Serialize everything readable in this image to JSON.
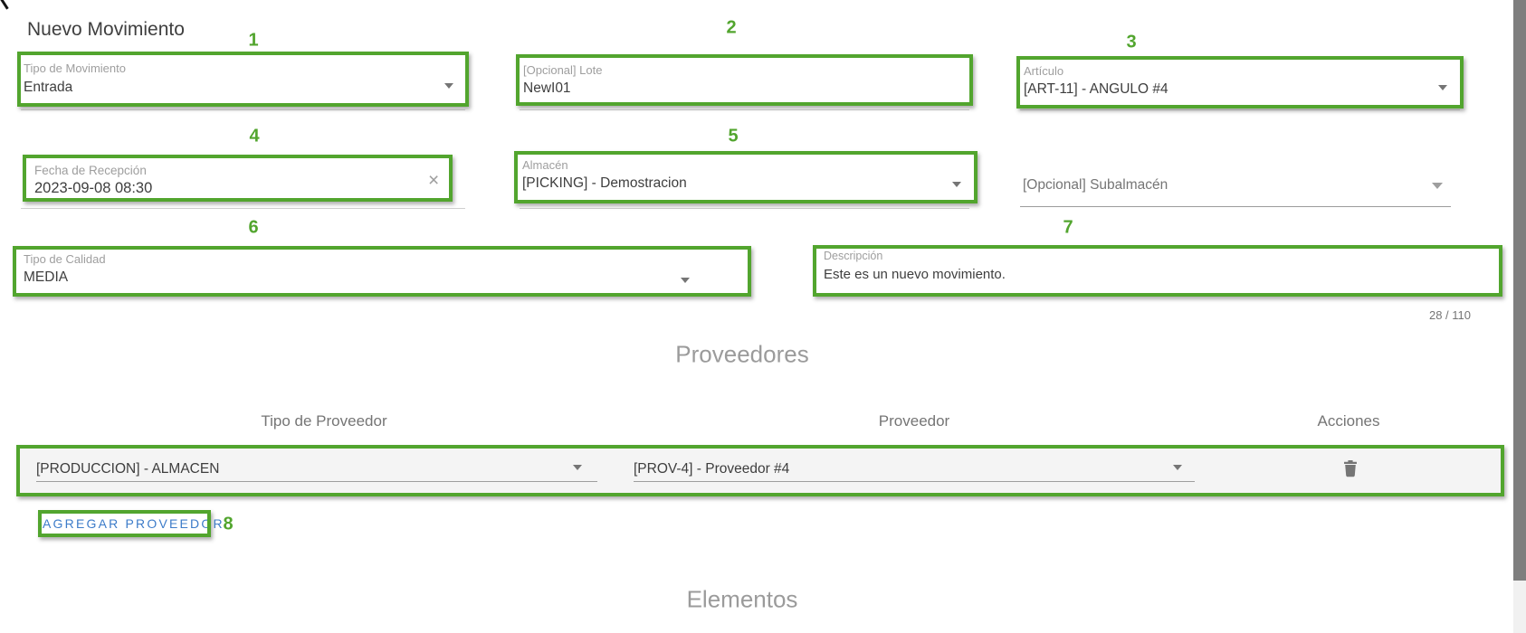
{
  "title": "Nuevo Movimiento",
  "colors": {
    "annotation_green": "#52a52e",
    "link_blue": "#3d7cc9",
    "label_gray": "#9e9e9e",
    "value_dark": "#3e3e3e",
    "heading_gray": "#9b9b9b",
    "table_header_gray": "#757575",
    "row_background": "#f4f4f4",
    "scrollbar_thumb": "#7e7e7e"
  },
  "icons": {
    "clear": "clear-x",
    "dropdown_arrow": "triangle-down",
    "trash": "trash-can"
  },
  "fields": {
    "tipo_movimiento": {
      "annotation": "1",
      "label": "Tipo de Movimiento",
      "value": "Entrada"
    },
    "lote": {
      "annotation": "2",
      "label": "[Opcional] Lote",
      "value": "NewI01"
    },
    "articulo": {
      "annotation": "3",
      "label": "Artículo",
      "value": "[ART-11] - ANGULO #4"
    },
    "fecha_recepcion": {
      "annotation": "4",
      "label": "Fecha de Recepción",
      "value": "2023-09-08 08:30",
      "clear_icon": "×"
    },
    "almacen": {
      "annotation": "5",
      "label": "Almacén",
      "value": "[PICKING] - Demostracion"
    },
    "subalmacen": {
      "placeholder": "[Opcional] Subalmacén"
    },
    "tipo_calidad": {
      "annotation": "6",
      "label": "Tipo de Calidad",
      "value": "MEDIA"
    },
    "descripcion": {
      "annotation": "7",
      "label": "Descripción",
      "value": "Este es un nuevo movimiento.",
      "char_counter": "28 / 110"
    }
  },
  "proveedores": {
    "heading": "Proveedores",
    "columns": [
      "Tipo de Proveedor",
      "Proveedor",
      "Acciones"
    ],
    "rows": [
      {
        "tipo_de_proveedor": "[PRODUCCION] - ALMACEN",
        "proveedor": "[PROV-4] - Proveedor #4"
      }
    ],
    "add_button_label": "AGREGAR PROVEEDOR",
    "add_annotation": "8"
  },
  "elementos": {
    "heading": "Elementos"
  }
}
